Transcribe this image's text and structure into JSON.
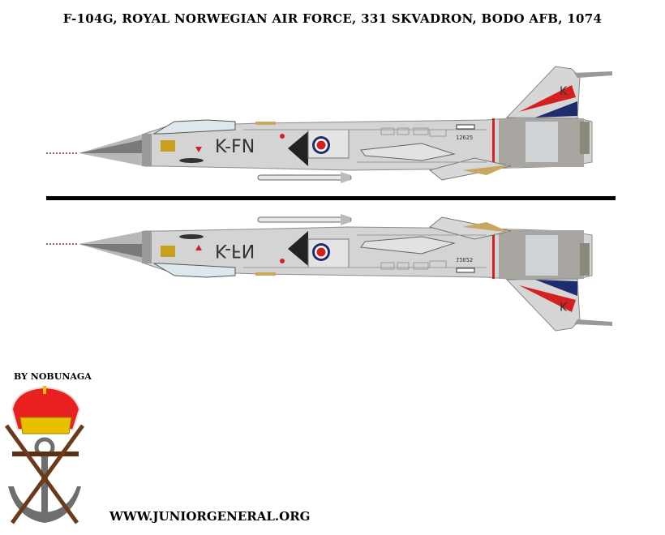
{
  "title": "F-104G, ROYAL NORWEGIAN AIR FORCE, 331 SKVADRON, BODO AFB, 1074",
  "author": "BY NOBUNAGA",
  "website": "WWW.JUNIORGENERAL.ORG",
  "aircraft": {
    "code": "K-FN",
    "tail_letter": "K",
    "serial": "12625"
  },
  "colors": {
    "fuselage": "#d4d4d4",
    "panel_line": "#8c8c8c",
    "dark_metal": "#9e9a96",
    "roundel_red": "#d42020",
    "roundel_blue": "#1e2d6e",
    "antiglare": "#c8a860",
    "crown_red": "#e82020",
    "crown_gold": "#e8c000",
    "anchor": "#6e6e6e",
    "rifle_wood": "#6b3a1a"
  }
}
